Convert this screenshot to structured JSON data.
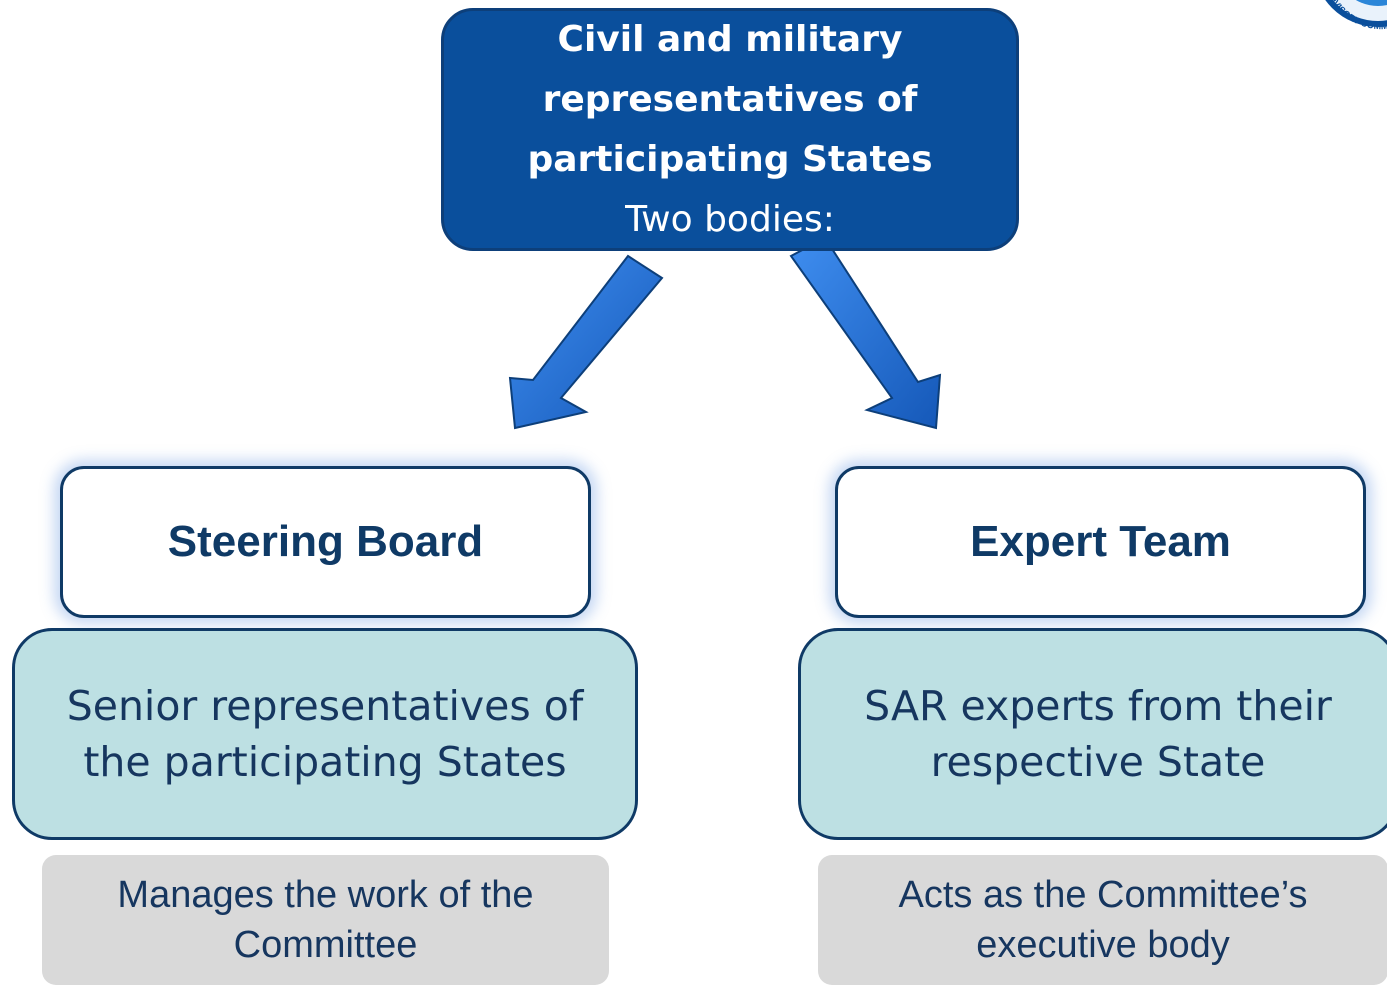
{
  "top": {
    "line1": "Civil and military",
    "line2": "representatives of",
    "line3": "participating States",
    "line4": "Two bodies:"
  },
  "left": {
    "title": "Steering Board",
    "description": "Senior representatives of the participating States",
    "role": "Manages the work of the Committee"
  },
  "right": {
    "title": "Expert Team",
    "description": "SAR experts from their respective State",
    "role": "Acts as the Committee’s executive body"
  },
  "logo": {
    "text": "ADVISORY COMM"
  },
  "colors": {
    "top_box": "#0a4f9c",
    "arrow": "#1f6fd6",
    "desc_box": "#bde0e3",
    "role_box": "#d9d9d9",
    "text_dark": "#0f3a66"
  }
}
